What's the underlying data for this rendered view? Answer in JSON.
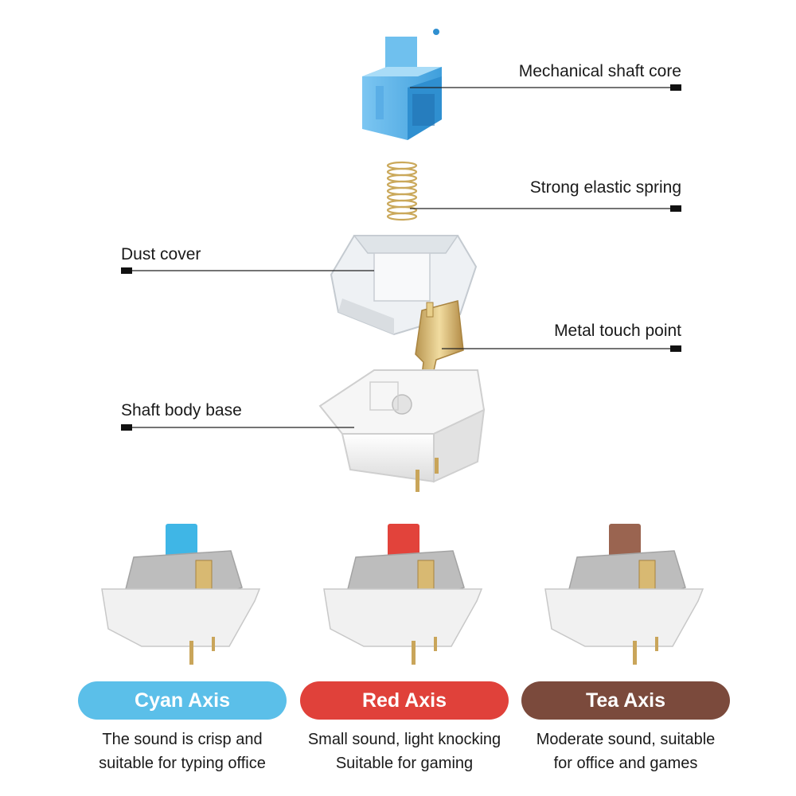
{
  "callouts": {
    "core": "Mechanical shaft core",
    "spring": "Strong elastic spring",
    "dust": "Dust cover",
    "metal": "Metal touch point",
    "base": "Shaft body base"
  },
  "switches": [
    {
      "name": "Cyan Axis",
      "color": "#5bbfe9",
      "stem_color": "#3fb6e6",
      "desc_line1": "The sound is crisp and",
      "desc_line2": "suitable for typing office"
    },
    {
      "name": "Red Axis",
      "color": "#e0413a",
      "stem_color": "#e2433b",
      "desc_line1": "Small sound, light knocking",
      "desc_line2": "Suitable for gaming"
    },
    {
      "name": "Tea Axis",
      "color": "#7b4a3c",
      "stem_color": "#9a6450",
      "desc_line1": "Moderate sound, suitable",
      "desc_line2": "for office and games"
    }
  ]
}
